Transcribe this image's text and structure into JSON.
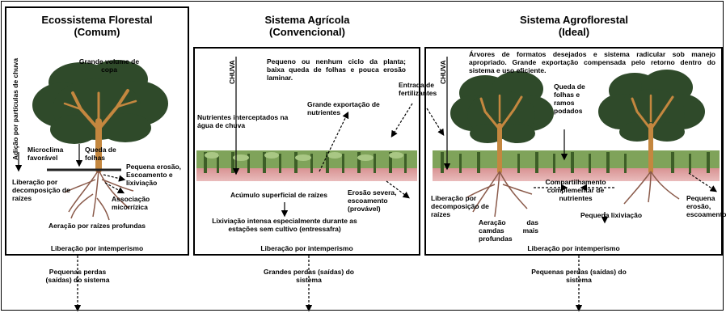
{
  "panels": [
    {
      "title_line1": "Ecossistema Florestal",
      "title_line2": "(Comum)",
      "labels": {
        "rain_particles": "Adição por partículas de chuva",
        "canopy": "Grande volume de copa",
        "microclimate": "Microclima favorável",
        "leaf_fall": "Queda de folhas",
        "small_erosion": "Pequena erosão, Escoamento e lixiviação",
        "root_decomposition": "Liberação por decomposição de raízes",
        "mycorrhizal": "Associação micorrízica",
        "deep_aeration": "Aeração por raízes profundas",
        "weathering": "Liberação por intemperismo",
        "losses": "Pequenas perdas (saídas) do sistema"
      }
    },
    {
      "title_line1": "Sistema Agrícola",
      "title_line2": "(Convencional)",
      "labels": {
        "rain": "CHUVA",
        "cycle": "Pequeno ou nenhum ciclo da planta; baixa queda de folhas e pouca erosão laminar.",
        "intercepted": "Nutrientes interceptados na água de chuva",
        "export": "Grande exportação de nutrientes",
        "fertilizers": "Entrada de fertilizantes",
        "surface_roots": "Acúmulo superficial de raízes",
        "severe_erosion": "Erosão severa, escoamento (provável)",
        "leaching": "Lixiviação intensa especialmente durante as estações sem cultivo (entressafra)",
        "weathering": "Liberação por intemperismo",
        "losses": "Grandes perdas (saídas) do sistema"
      }
    },
    {
      "title_line1": "Sistema Agroflorestal",
      "title_line2": "(Ideal)",
      "labels": {
        "rain": "CHUVA",
        "trees": "Árvores de formatos desejados e sistema radicular sob manejo apropriado. Grande exportação compensada pelo retorno dentro do sistema e uso eficiente.",
        "pruned": "Queda de folhas e ramos podados",
        "sharing": "Compartilhamento complementar de nutrientes",
        "root_decomposition": "Liberação por decomposição de raízes",
        "deep_aeration": "Aeração das camdas mais profundas",
        "small_leaching": "Pequena lixiviação",
        "small_erosion": "Pequena erosão, escoamento",
        "weathering": "Liberação por intemperismo",
        "losses": "Pequenas perdas (saídas) do sistema"
      }
    }
  ],
  "colors": {
    "canopy": "#2f4a2a",
    "trunk": "#c4873f",
    "soil": "#b34d4d",
    "crop": "#5a7f3a",
    "roots": "#8a5a4a"
  }
}
